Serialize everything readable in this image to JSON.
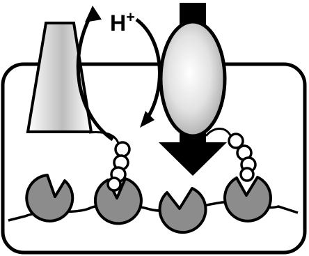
{
  "labels": {
    "proton": "H",
    "proton_charge": "+"
  },
  "colors": {
    "outline": "#000000",
    "background": "#ffffff",
    "enzyme_fill": "#8c8c8c",
    "gradient_light": "#ffffff",
    "gradient_dark": "#bdbdbd"
  },
  "elements": {
    "membrane_box": "membrane-compartment",
    "transporter": "trapezoid-transporter",
    "vesicle": "oval-vesicle",
    "arrow_down": "large-down-arrow",
    "proton_cycle": "curved-proton-arrows",
    "enzymes": [
      "enzyme-1",
      "enzyme-2",
      "enzyme-3",
      "enzyme-4"
    ],
    "linkers": [
      "bead-linker-left",
      "bead-linker-right"
    ]
  }
}
